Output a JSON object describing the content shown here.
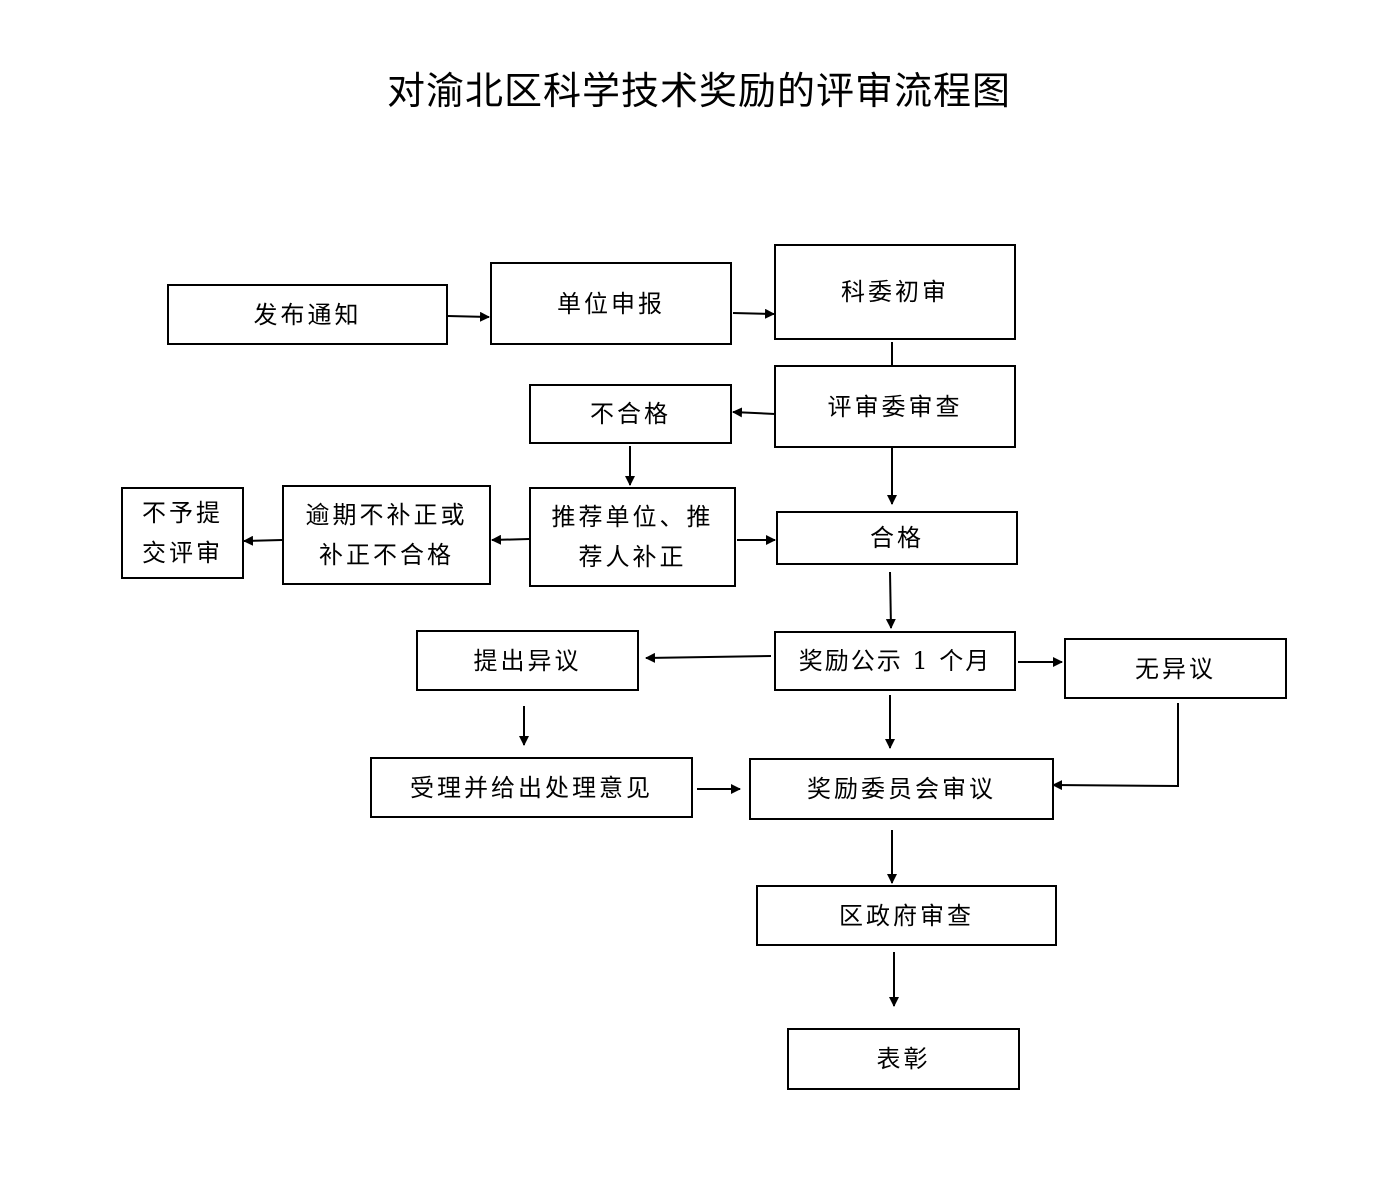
{
  "title": "对渝北区科学技术奖励的评审流程图",
  "nodes": {
    "publish_notice": "发布通知",
    "unit_report": "单位申报",
    "sci_committee_review": "科委初审",
    "panel_review": "评审委审查",
    "unqualified": "不合格",
    "recommender_correction": "推荐单位、推荐人补正",
    "overdue_correction": "逾期不补正或补正不合格",
    "not_submitted": "不予提交评审",
    "qualified": "合格",
    "public_notice": "奖励公示 1 个月",
    "raise_objection": "提出异议",
    "no_objection": "无异议",
    "handle_objection": "受理并给出处理意见",
    "award_committee": "奖励委员会审议",
    "district_gov_review": "区政府审查",
    "commendation": "表彰"
  }
}
